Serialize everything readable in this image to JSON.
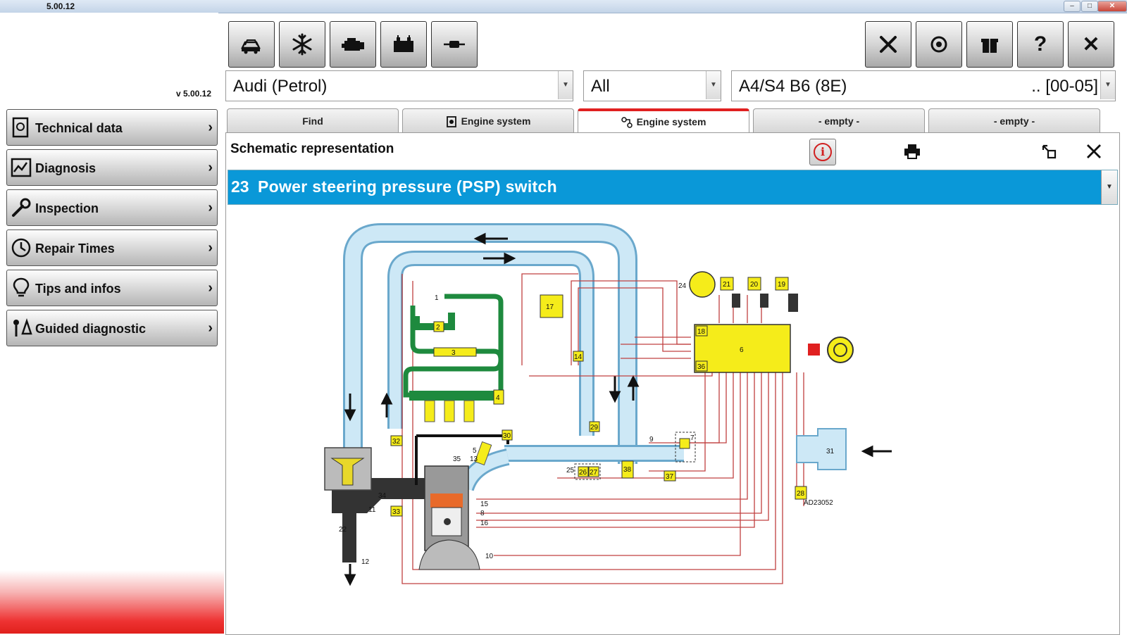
{
  "window": {
    "title_version": "5.00.12",
    "controls": {
      "minimize": "–",
      "maximize": "□",
      "close": "✕"
    }
  },
  "app": {
    "version_label": "v 5.00.12"
  },
  "toolbar_left": [
    {
      "icon": "vehicles-icon",
      "glyph": "🚗"
    },
    {
      "icon": "air-conditioning-icon",
      "glyph": "❄"
    },
    {
      "icon": "engine-icon",
      "glyph": "⚙"
    },
    {
      "icon": "battery-icon",
      "glyph": "▤"
    },
    {
      "icon": "connector-icon",
      "glyph": "⊸"
    }
  ],
  "toolbar_right": [
    {
      "icon": "tools-icon",
      "glyph": "✖"
    },
    {
      "icon": "update-icon",
      "glyph": "◉"
    },
    {
      "icon": "gift-icon",
      "glyph": "▣"
    },
    {
      "icon": "help-icon",
      "glyph": "?"
    },
    {
      "icon": "close-icon",
      "glyph": "✕"
    }
  ],
  "selectors": {
    "make": "Audi (Petrol)",
    "filter": "All",
    "model": "A4/S4 B6 (8E)",
    "years": ".. [00-05]"
  },
  "sidebar": {
    "items": [
      {
        "label": "Technical data",
        "icon": "technical-data-icon"
      },
      {
        "label": "Diagnosis",
        "icon": "diagnosis-icon"
      },
      {
        "label": "Inspection",
        "icon": "wrench-icon"
      },
      {
        "label": "Repair Times",
        "icon": "clock-icon"
      },
      {
        "label": "Tips and infos",
        "icon": "lightbulb-icon"
      },
      {
        "label": "Guided diagnostic",
        "icon": "guided-diagnostic-icon"
      }
    ]
  },
  "tabs": [
    {
      "label": "Find",
      "active": false
    },
    {
      "label": "Engine system",
      "active": false
    },
    {
      "label": "Engine system",
      "active": true
    },
    {
      "label": "- empty -",
      "active": false
    },
    {
      "label": "- empty -",
      "active": false
    }
  ],
  "panel": {
    "title": "Schematic representation",
    "component_number": "23",
    "component_name": "Power steering pressure (PSP) switch"
  },
  "schematic": {
    "ref_code": "AD23052",
    "components": [
      "1",
      "2",
      "3",
      "4",
      "5",
      "6",
      "7",
      "8",
      "9",
      "10",
      "11",
      "12",
      "13",
      "14",
      "15",
      "16",
      "17",
      "18",
      "19",
      "20",
      "21",
      "22",
      "24",
      "25",
      "26",
      "27",
      "28",
      "29",
      "30",
      "31",
      "32",
      "33",
      "34",
      "35",
      "36",
      "37",
      "38"
    ]
  },
  "colors": {
    "selection_bar": "#0a98d8",
    "active_tab": "#e02020",
    "component_yellow": "#f5ec1a",
    "airflow_blue": "#cde8f6",
    "fuel_green": "#1e8a3e",
    "wire_red": "#c04040"
  }
}
